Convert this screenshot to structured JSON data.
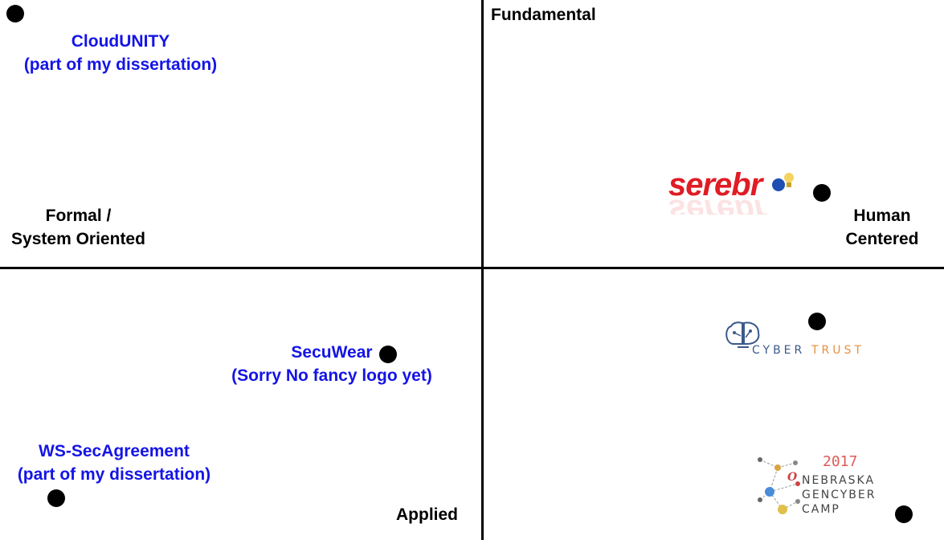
{
  "axes": {
    "top": "Fundamental",
    "bottom": "Applied",
    "left_line1": "Formal /",
    "left_line2": "System Oriented",
    "right_line1": "Human",
    "right_line2": "Centered"
  },
  "projects": [
    {
      "name": "CloudUNITY",
      "note": "(part of my dissertation)"
    },
    {
      "name": "SecuWear",
      "note": "(Sorry No fancy logo yet)"
    },
    {
      "name": "WS-SecAgreement",
      "note": "(part of my dissertation)"
    }
  ],
  "logos": {
    "serebro": {
      "text": "serebr"
    },
    "cybertrust": {
      "text_a": "CYBER",
      "text_b": "TRUST"
    },
    "gencyber": {
      "year": "2017",
      "line1": "NEBRASKA",
      "line2": "GENCYBER",
      "line3": "CAMP"
    }
  },
  "colors": {
    "axis": "#000000",
    "project_text": "#1414e6",
    "dot": "#000000",
    "serebro_red": "#e01c24",
    "cybertrust_blue": "#3a5a8a",
    "cybertrust_orange": "#e8913a",
    "gencyber_red": "#e05a5a"
  }
}
